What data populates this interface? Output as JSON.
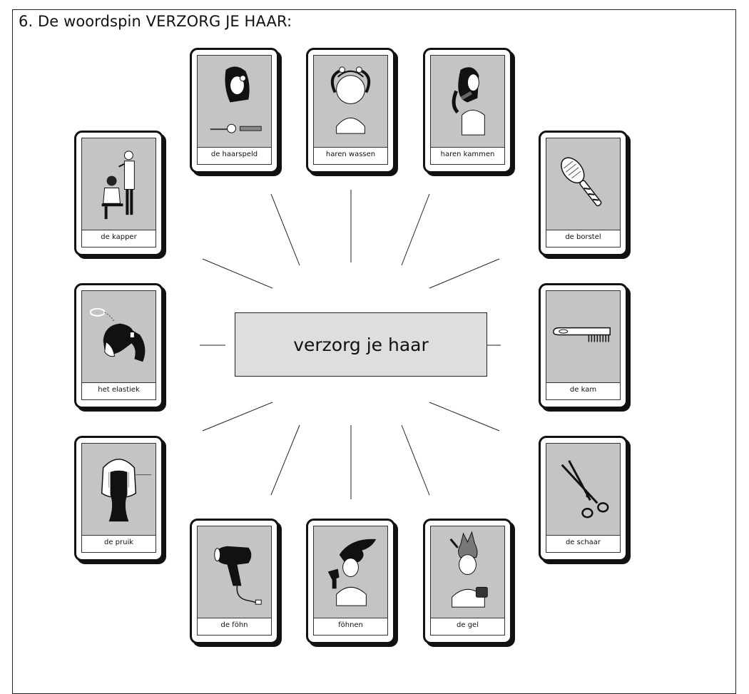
{
  "heading": "6.  De woordspin VERZORG JE HAAR:",
  "center_label": "verzorg je haar",
  "cards": [
    {
      "label": "de haarspeld",
      "icon": "hairclip-girl-icon"
    },
    {
      "label": "haren wassen",
      "icon": "washing-hair-icon"
    },
    {
      "label": "haren kammen",
      "icon": "combing-hair-icon"
    },
    {
      "label": "de kapper",
      "icon": "hairdresser-icon"
    },
    {
      "label": "de borstel",
      "icon": "hairbrush-icon"
    },
    {
      "label": "het elastiek",
      "icon": "ponytail-elastic-icon"
    },
    {
      "label": "de kam",
      "icon": "comb-icon"
    },
    {
      "label": "de pruik",
      "icon": "wig-icon"
    },
    {
      "label": "de schaar",
      "icon": "scissors-icon"
    },
    {
      "label": "de föhn",
      "icon": "hairdryer-icon"
    },
    {
      "label": "föhnen",
      "icon": "blow-drying-icon"
    },
    {
      "label": "de gel",
      "icon": "hair-gel-icon"
    }
  ]
}
